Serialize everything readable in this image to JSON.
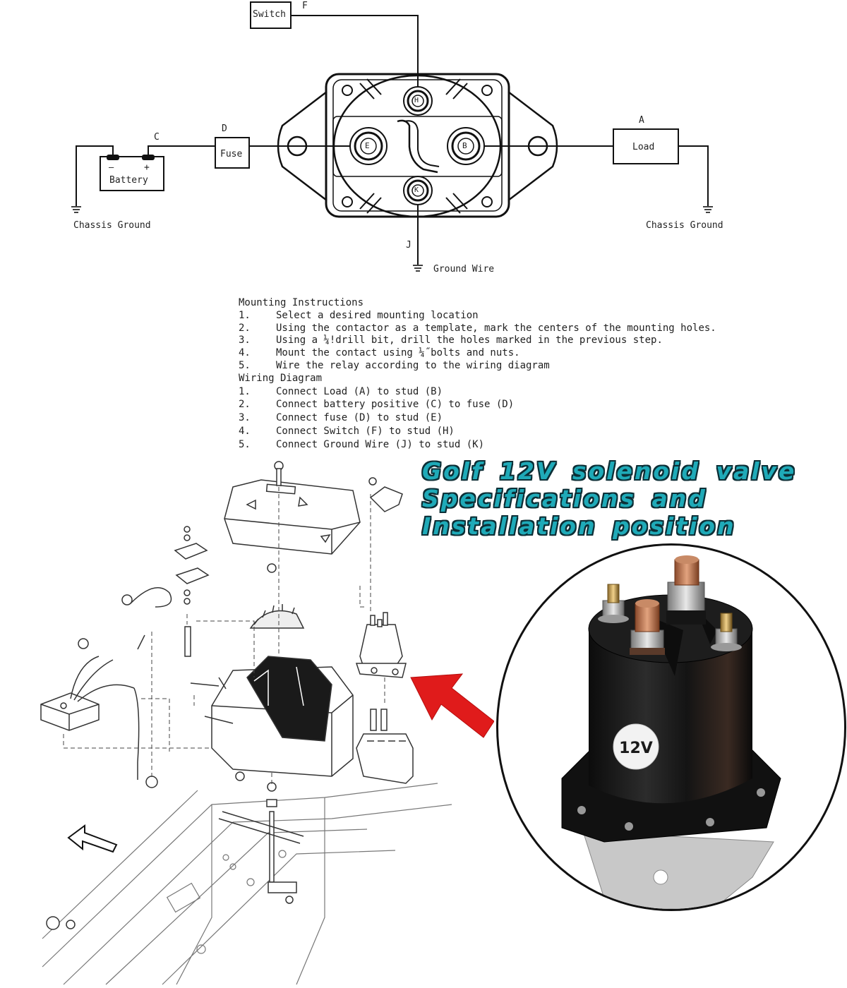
{
  "wiring": {
    "switch_label": "Switch",
    "fuse_label": "Fuse",
    "battery_label": "Battery",
    "load_label": "Load",
    "battery_minus": "—",
    "battery_plus": "+",
    "letters": {
      "a": "A",
      "c": "C",
      "d": "D",
      "f": "F",
      "j": "J"
    },
    "studs": {
      "h": "H",
      "e": "E",
      "b": "B",
      "k": "K"
    },
    "chassis_ground_left": "Chassis Ground",
    "chassis_ground_right": "Chassis Ground",
    "ground_wire": "Ground Wire"
  },
  "mounting": {
    "title": "Mounting Instructions",
    "steps": [
      {
        "num": "1.",
        "text": "Select a desired mounting location"
      },
      {
        "num": "2.",
        "text": "Using the contactor as a template, mark the centers of the mounting holes."
      },
      {
        "num": "3.",
        "text": "Using a ¼!drill bit, drill the holes marked in the previous step."
      },
      {
        "num": "4.",
        "text": "Mount the contact using ¼˝bolts and nuts."
      },
      {
        "num": "5.",
        "text": "Wire the relay according to the wiring diagram"
      }
    ]
  },
  "wiring_steps": {
    "title": "Wiring Diagram",
    "steps": [
      {
        "num": "1.",
        "text": "Connect Load (A) to stud (B)"
      },
      {
        "num": "2.",
        "text": "Connect battery positive (C) to fuse (D)"
      },
      {
        "num": "3.",
        "text": "Connect fuse (D) to stud (E)"
      },
      {
        "num": "4.",
        "text": "Connect Switch (F) to stud (H)"
      },
      {
        "num": "5.",
        "text": "Connect Ground Wire (J) to stud (K)"
      }
    ]
  },
  "headline": {
    "line1": "Golf 12V solenoid valve",
    "line2": "Specifications and",
    "line3": "Installation position"
  },
  "photo": {
    "badge": "12V"
  },
  "colors": {
    "headline": "#1faab8",
    "headline_outline": "#0d2f36",
    "arrow": "#e01b1b"
  }
}
